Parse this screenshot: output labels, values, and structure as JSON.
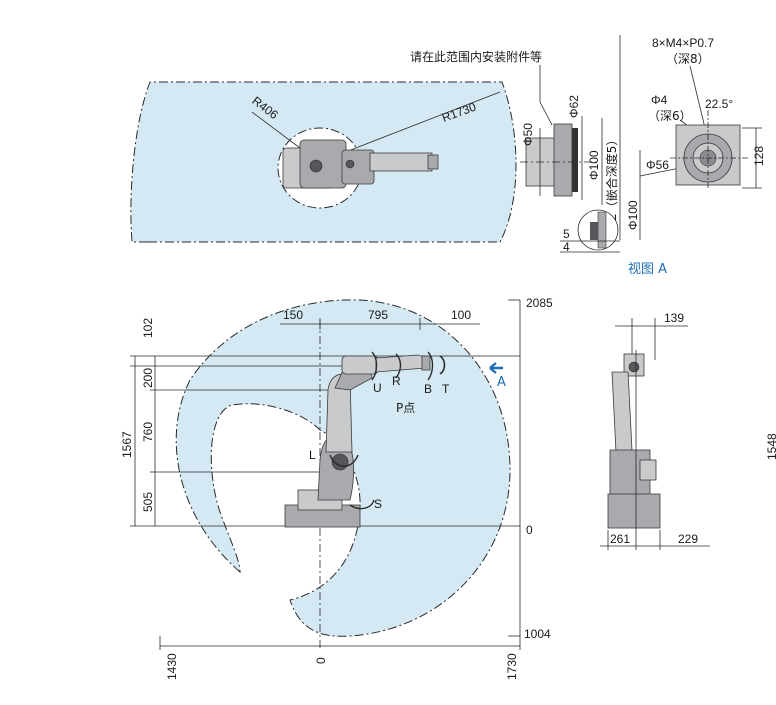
{
  "top_view": {
    "radius_inner": "R406",
    "radius_outer": "R1730"
  },
  "flange_detail": {
    "note": "请在此范围内安装附件等",
    "phi50": "Φ50",
    "phi62_a": "Φ62",
    "phi100_a": "Φ100",
    "phi62_b": "Φ62（嵌合深度5）",
    "phi100_b": "Φ100",
    "dim5": "5",
    "dim4": "4",
    "view_label": "视图 A"
  },
  "flange_face": {
    "thread": "8×M4×P0.7",
    "thread_depth": "（深8）",
    "phi4": "Φ4",
    "phi4_depth": "（深6）",
    "angle": "22.5°",
    "phi56": "Φ56",
    "dim128": "128"
  },
  "side_view": {
    "d150": "150",
    "d795": "795",
    "d100": "100",
    "d2085": "2085",
    "d102": "102",
    "d200": "200",
    "d1567": "1567",
    "d760": "760",
    "d505": "505",
    "d0_right": "0",
    "d1004": "1004",
    "d1430": "1430",
    "d0_bottom": "0",
    "d1730": "1730",
    "axis_U": "U",
    "axis_R": "R",
    "axis_B": "B",
    "axis_T": "T",
    "axis_L": "L",
    "axis_S": "S",
    "p_point": "P点",
    "arrow_A": "A"
  },
  "front_view": {
    "d139": "139",
    "d261": "261",
    "d229": "229",
    "d1548": "1548"
  },
  "colors": {
    "zone": "#d4e9f3",
    "accent": "#1f6fb5"
  }
}
